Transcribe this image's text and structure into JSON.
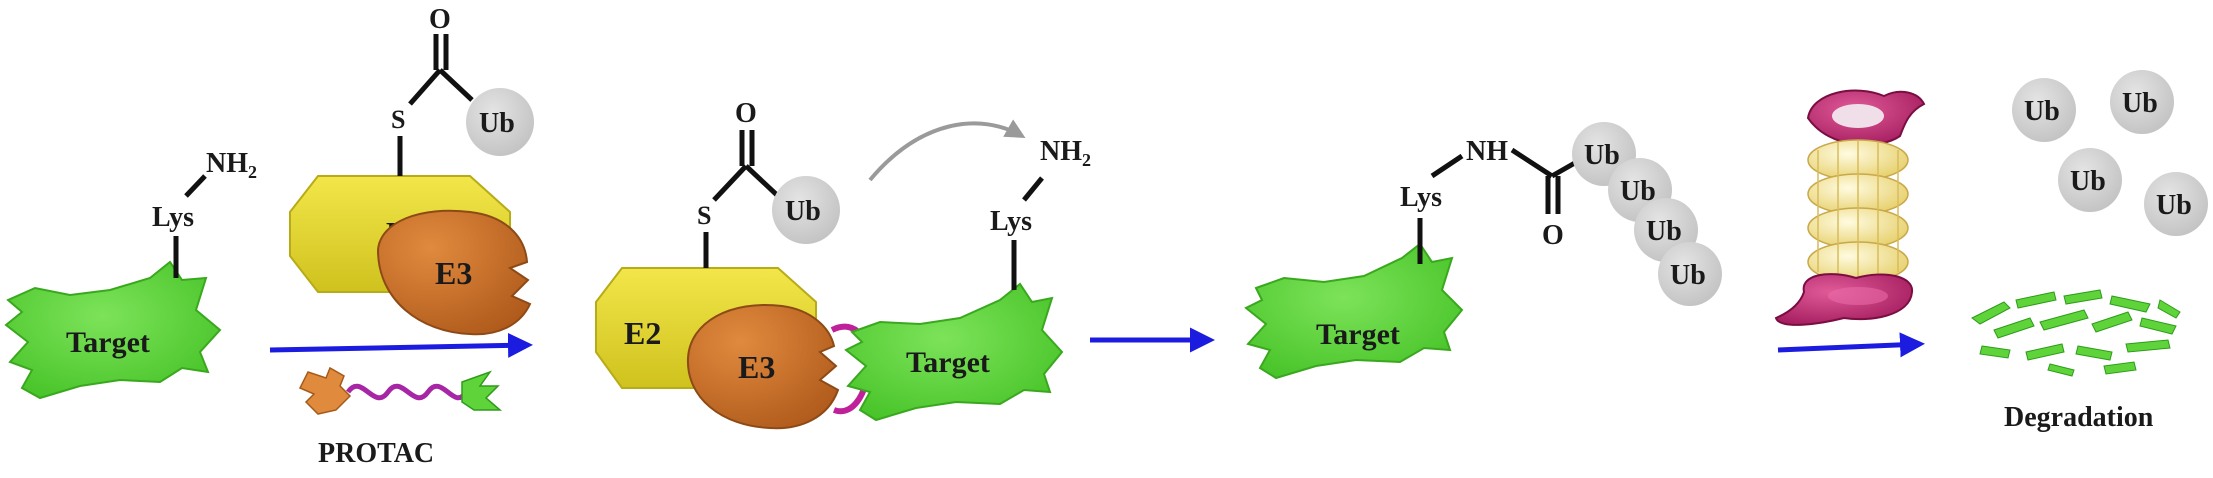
{
  "colors": {
    "target": "#5ed43a",
    "target_dark": "#2e9c1a",
    "e2": "#e6d832",
    "e3": "#c9702a",
    "ub": "#cfcfcf",
    "arrow": "#1c1ce0",
    "grey_arrow": "#9a9a9a",
    "linker": "#a626a6",
    "proteasome_cap": "#b8206a",
    "proteasome_core": "#f3e28a"
  },
  "labels": {
    "target": "Target",
    "lys": "Lys",
    "nh2": "NH",
    "nh2_sub": "2",
    "nh": "NH",
    "s": "S",
    "o": "O",
    "ub": "Ub",
    "e2": "E2",
    "e3": "E3",
    "protac": "PROTAC",
    "degradation": "Degradation"
  }
}
